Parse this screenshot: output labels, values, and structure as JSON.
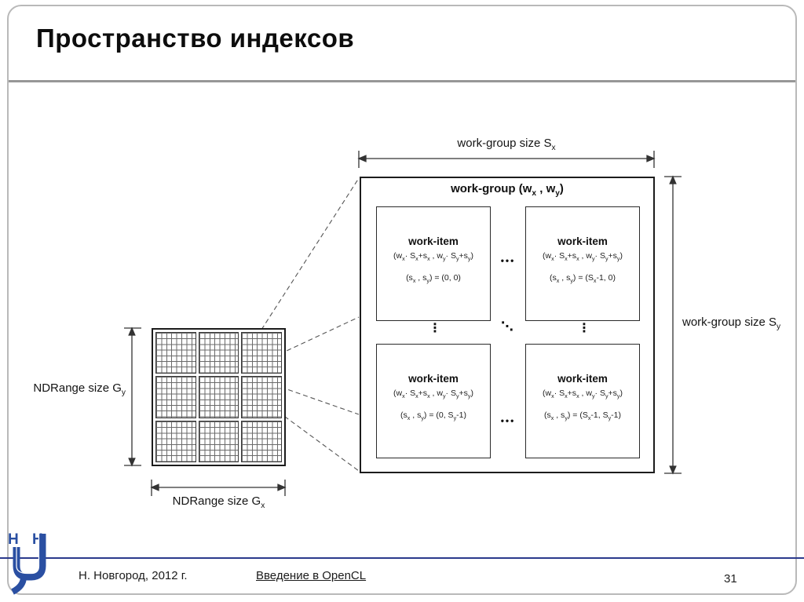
{
  "colors": {
    "accent_blue": "#2b3a8c",
    "logo_blue": "#2a4fa2",
    "frame_gray": "#b9b9b9"
  },
  "slide": {
    "title": "Пространство индексов",
    "page_number": "31"
  },
  "footer": {
    "location": "Н. Новгород, 2012 г.",
    "course": "Введение в OpenCL",
    "logo": {
      "letters": [
        "Н",
        "Н"
      ]
    }
  },
  "diagram": {
    "workgroup": {
      "label": "work-group (w~x~ , w~y~)",
      "size_x_label": "work-group size S~x~",
      "size_y_label": "work-group size S~y~"
    },
    "ndrange": {
      "size_y_label": "NDRange size G~y~",
      "size_x_label": "NDRange size G~x~"
    },
    "work_items": [
      {
        "title": "work-item",
        "formula": "(w~x~· S~x~+s~x~ , w~y~· S~y~+s~y~)",
        "coords": "(s~x~ , s~y~) = (0, 0)"
      },
      {
        "title": "work-item",
        "formula": "(w~x~· S~x~+s~x~ , w~y~· S~y~+s~y~)",
        "coords": "(s~x~ , s~y~) = (S~x~-1, 0)"
      },
      {
        "title": "work-item",
        "formula": "(w~x~· S~x~+s~x~ , w~y~· S~y~+s~y~)",
        "coords": "(s~x~ , s~y~) = (0, S~y~-1)"
      },
      {
        "title": "work-item",
        "formula": "(w~x~· S~x~+s~x~ , w~y~· S~y~+s~y~)",
        "coords": "(s~x~ , s~y~) = (S~x~-1, S~y~-1)"
      }
    ],
    "ellipsis": {
      "horizontal": "•••",
      "vertical": "⋮",
      "diagonal": "⋱"
    }
  }
}
